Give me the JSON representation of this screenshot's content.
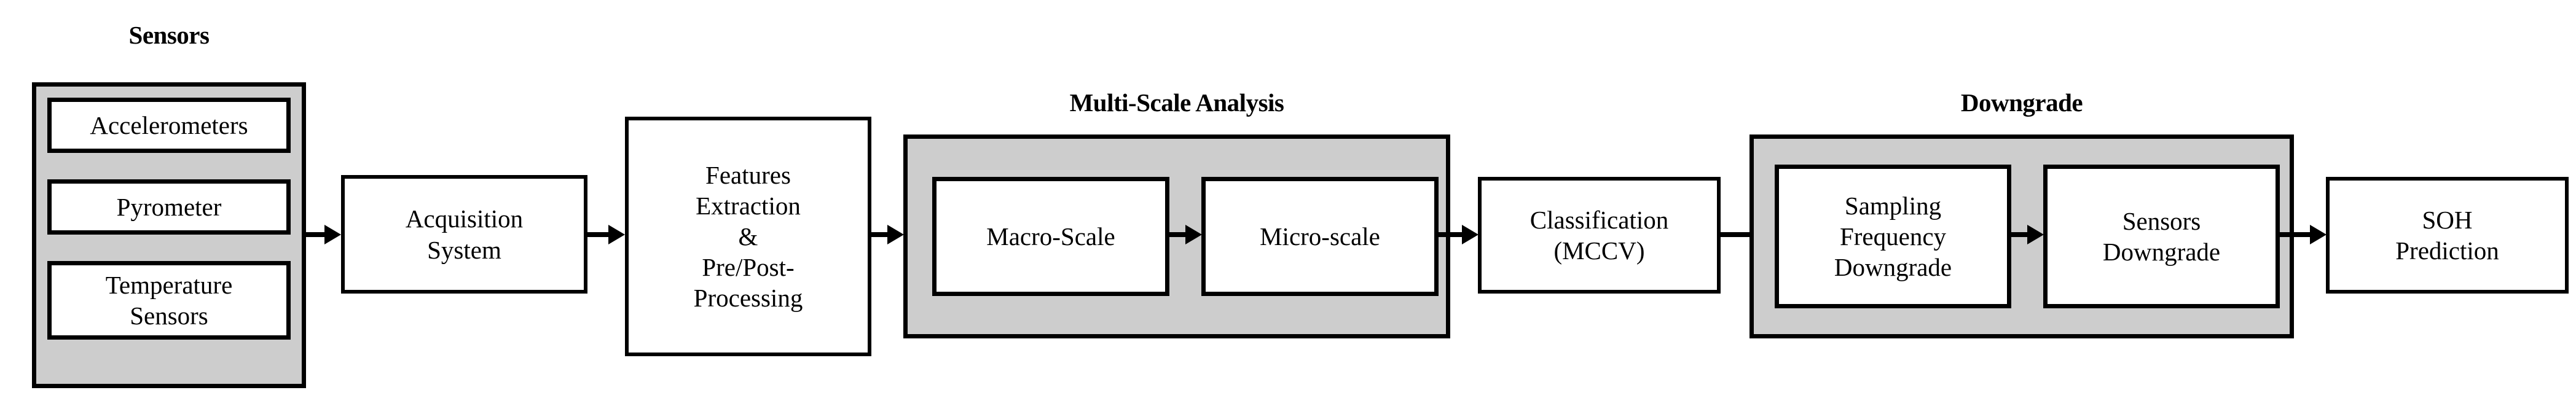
{
  "diagram": {
    "title_groups": [
      {
        "id": "sensors",
        "label": "Sensors"
      },
      {
        "id": "multi-scale-analysis",
        "label": "Multi-Scale Analysis"
      },
      {
        "id": "downgrade",
        "label": "Downgrade"
      }
    ],
    "nodes": {
      "accelerometers": "Accelerometers",
      "pyrometer": "Pyrometer",
      "temperature_sensors": "Temperature\nSensors",
      "acquisition_system": "Acquisition\nSystem",
      "features_extraction": "Features\nExtraction\n&\nPre/Post-\nProcessing",
      "macro_scale": "Macro-Scale",
      "micro_scale": "Micro-scale",
      "classification": "Classification\n(MCCV)",
      "sampling_frequency_downgrade": "Sampling\nFrequency\nDowngrade",
      "sensors_downgrade": "Sensors\nDowngrade",
      "soh_prediction": "SOH\nPrediction"
    },
    "colors": {
      "group_fill": "#cdcdcd",
      "node_fill": "#ffffff",
      "stroke": "#000000",
      "background": "#ffffff"
    },
    "flow_order": [
      "Sensors",
      "Acquisition System",
      "Features Extraction & Pre/Post-Processing",
      "Macro-Scale",
      "Micro-scale",
      "Classification (MCCV)",
      "Sampling Frequency Downgrade",
      "Sensors Downgrade",
      "SOH Prediction"
    ]
  }
}
